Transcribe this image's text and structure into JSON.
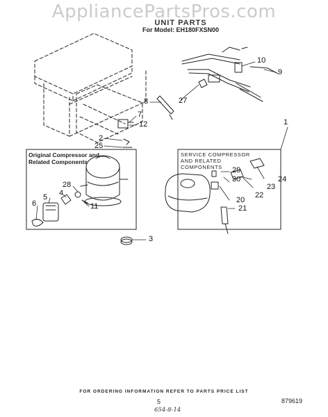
{
  "watermark": "AppliancePartsPros.com",
  "header": {
    "title": "UNIT PARTS",
    "model": "For Model: EH180FXSN00"
  },
  "groups": {
    "original": "Original Compressor and Related Components",
    "service": "SERVICE COMPRESSOR AND RELATED COMPONENTS"
  },
  "callouts": [
    "1",
    "2",
    "3",
    "4",
    "5",
    "6",
    "7",
    "8",
    "9",
    "10",
    "11",
    "12",
    "20",
    "21",
    "22",
    "23",
    "24",
    "25",
    "27",
    "28",
    "29",
    "30"
  ],
  "footer": {
    "ordering": "FOR ORDERING INFORMATION REFER TO PARTS PRICE LIST",
    "page": "5",
    "doc_number": "879619",
    "handwritten": "654-8-14"
  }
}
